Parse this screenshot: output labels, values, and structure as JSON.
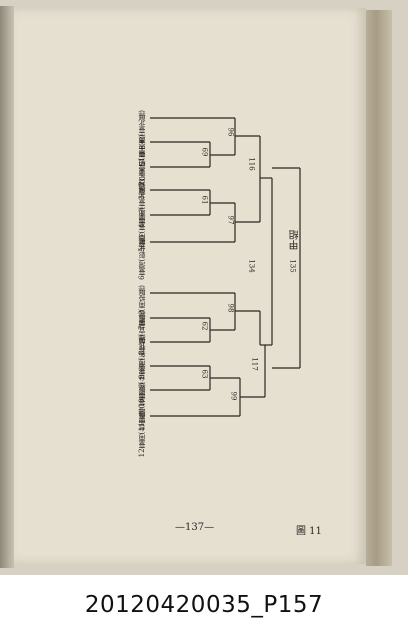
{
  "heading": "甲組",
  "page_number": "—137—",
  "figure_label": "圖 11",
  "caption": "20120420035_P157",
  "teams": [
    {
      "label": "1興大農(臺北縣)"
    },
    {
      "label": "2亞東紡(臺中市)"
    },
    {
      "label": "3臺灣三重中"
    },
    {
      "label": "4臺北(臺北縣)"
    },
    {
      "label": "5臺南(臺南市)"
    },
    {
      "label": "6臺灣(彰化縣)"
    },
    {
      "label": "7臺北(南投縣)"
    },
    {
      "label": "8花蓮(宜蘭縣)"
    },
    {
      "label": "9臺灣(新竹縣)"
    },
    {
      "label": "10臺北(台北市)"
    },
    {
      "label": "11臺灣(臺南縣)"
    },
    {
      "label": "12臺南(台中縣)"
    }
  ],
  "scores": [
    "96",
    "69",
    "116",
    "61",
    "97",
    "134",
    "135",
    "98",
    "62",
    "63",
    "117",
    "99"
  ]
}
